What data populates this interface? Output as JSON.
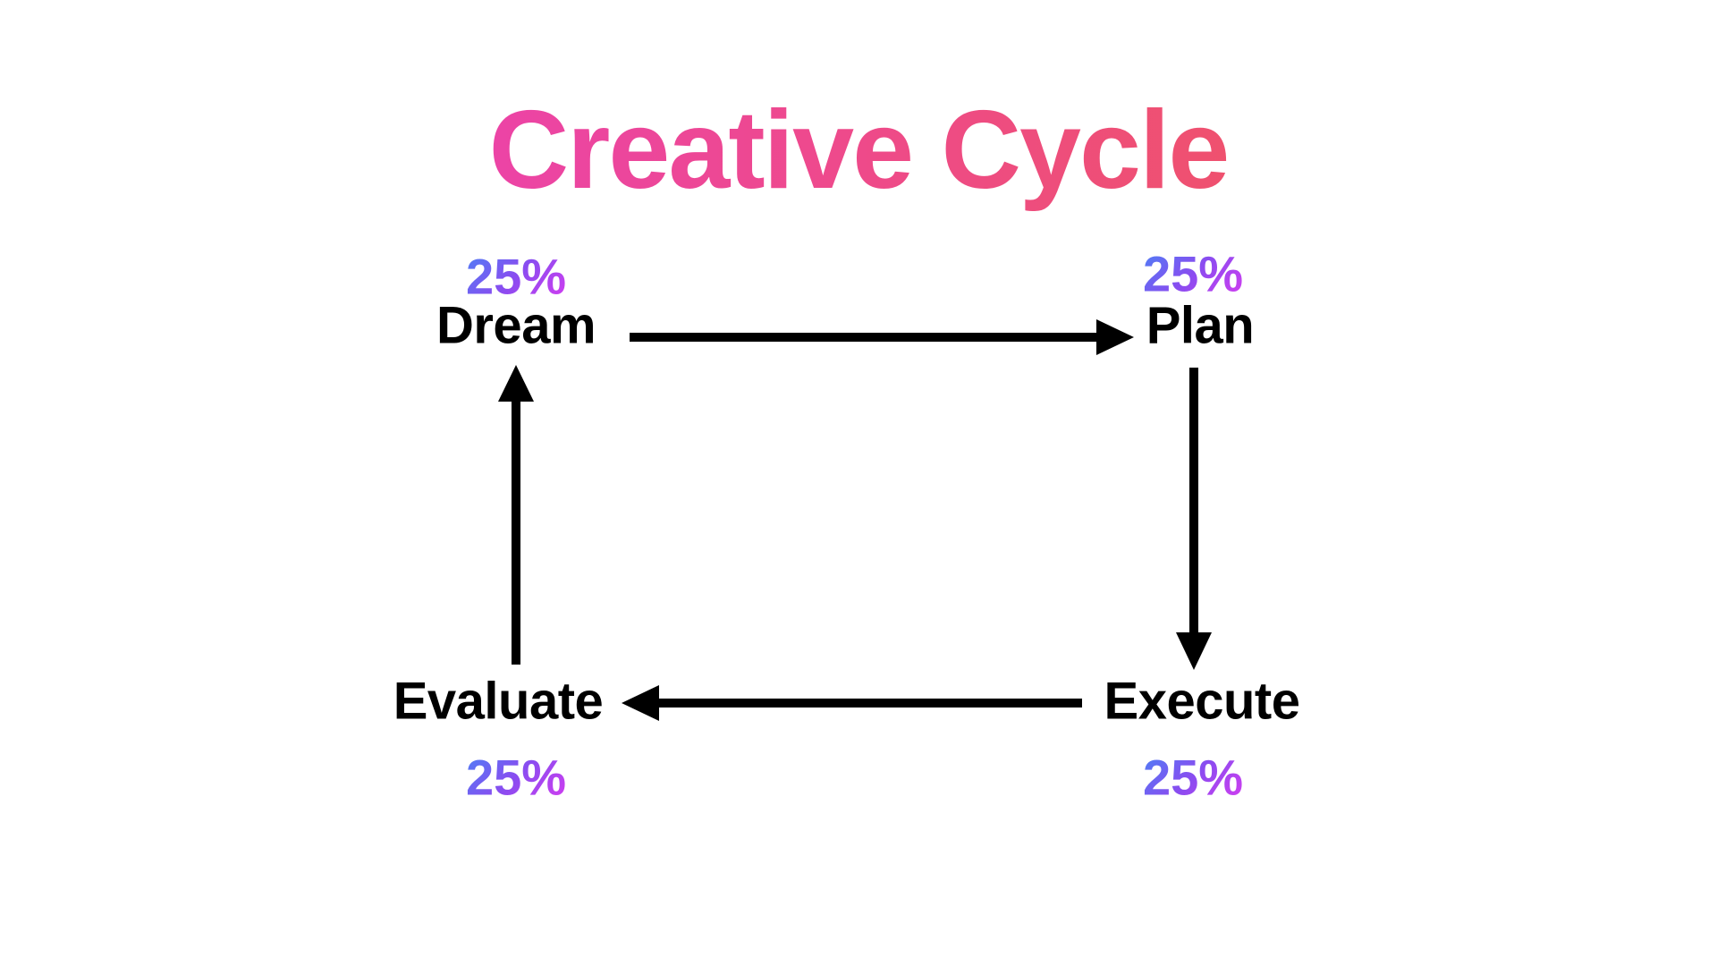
{
  "title": "Creative Cycle",
  "colors": {
    "title_start": "#e83ccb",
    "title_end": "#f05a4a",
    "pct_start": "#4a82f5",
    "pct_end": "#d83cf0",
    "arrow": "#000000"
  },
  "stages": [
    {
      "name": "Dream",
      "percent": "25%"
    },
    {
      "name": "Plan",
      "percent": "25%"
    },
    {
      "name": "Execute",
      "percent": "25%"
    },
    {
      "name": "Evaluate",
      "percent": "25%"
    }
  ]
}
